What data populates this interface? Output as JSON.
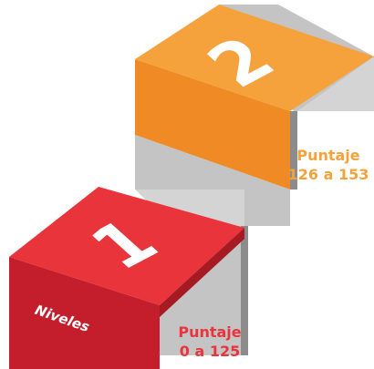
{
  "steps": [
    {
      "number": "1",
      "score_title": "Puntaje",
      "score_range": "0 a 125",
      "color": "#e8343a"
    },
    {
      "number": "2",
      "score_title": "Puntaje",
      "score_range": "126 a 153",
      "color": "#f6a23c"
    }
  ],
  "front_label": "Niveles",
  "colors": {
    "riser_gray": "#c4c4c4",
    "dark_gray": "#8c8c8c",
    "red_top": "#e8343a",
    "red_front": "#c41e2c",
    "orange_top": "#f6a23c",
    "orange_front": "#f08a24"
  }
}
